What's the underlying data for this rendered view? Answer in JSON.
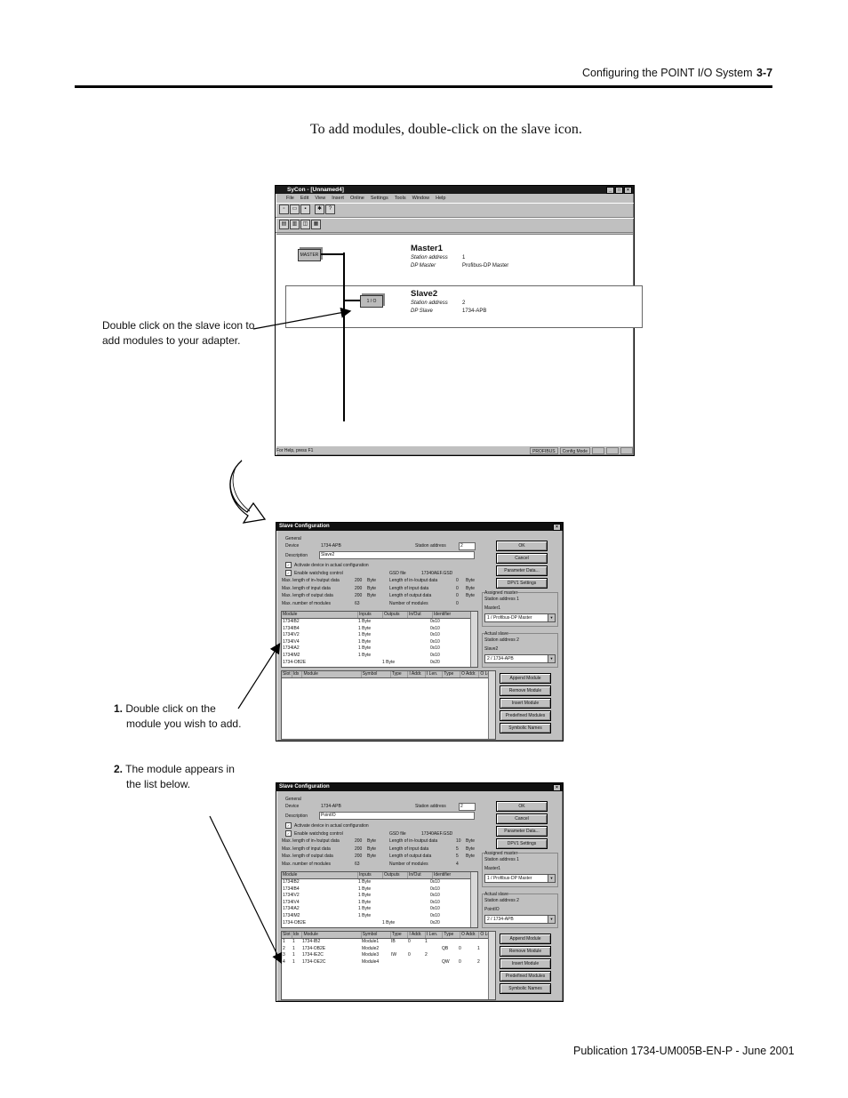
{
  "header": {
    "section": "Configuring the POINT I/O System",
    "page": "3-7"
  },
  "intro": "To add modules, double-click on the slave icon.",
  "callouts": {
    "slave_icon": [
      "Double click on the slave icon to",
      "add modules to  your adapter."
    ],
    "step1_num": "1.",
    "step1": [
      "Double click on the",
      "module you wish to add."
    ],
    "step2_num": "2.",
    "step2": [
      "The module appears in",
      "the list below."
    ]
  },
  "footer": "Publication 1734-UM005B-EN-P - June 2001",
  "syscon": {
    "title": "SyCon - [Unnamed4]",
    "menu": [
      "File",
      "Edit",
      "View",
      "Insert",
      "Online",
      "Settings",
      "Tools",
      "Window",
      "Help"
    ],
    "master": {
      "icon": "MASTER",
      "name": "Master1",
      "addr_label": "Station address",
      "addr": "1",
      "type_label": "DP Master",
      "type": "Profibus-DP Master"
    },
    "slave": {
      "icon": "1 / O",
      "name": "Slave2",
      "addr_label": "Station address",
      "addr": "2",
      "type_label": "DP Slave",
      "type": "1734-APB"
    },
    "status": {
      "help": "For Help, press F1",
      "bus": "PROFIBUS",
      "mode": "Config Mode"
    }
  },
  "dialog_labels": {
    "title": "Slave Configuration",
    "general": "General",
    "device": "Device",
    "description": "Description",
    "station_address": "Station address",
    "activate": "Activate device in actual configuration",
    "watchdog": "Enable watchdog control",
    "gsd_label": "GSD file",
    "gsd": "17340AEF.GSD",
    "max_io": "Max. length of in-/output data",
    "max_in": "Max. length of input data",
    "max_out": "Max. length of output data",
    "max_mod": "Max. number of modules",
    "len_io": "Length of in-/output data",
    "len_in": "Length of input data",
    "len_out": "Length of output data",
    "num_mod": "Number of modules",
    "byte": "Byte",
    "v200": "200",
    "v63": "63",
    "assigned_master": "Assigned master",
    "am_addr": "Station address 1",
    "am_name": "Master1",
    "am_select": "1 / Profibus-DP Master",
    "actual_slave": "Actual slave",
    "as_addr": "Station address 2",
    "as_select": "2 / 1734-APB",
    "buttons": [
      "OK",
      "Cancel",
      "Parameter Data...",
      "DPV1 Settings"
    ],
    "buttons2": [
      "Append Module",
      "Remove Module",
      "Insert Module",
      "Predefined Modules",
      "Symbolic Names"
    ],
    "mod_cols": [
      "Module",
      "Inputs",
      "Outputs",
      "In/Out",
      "Identifier"
    ],
    "slot_cols": [
      "Slot",
      "Idx",
      "Module",
      "Symbol",
      "Type",
      "I Addr.",
      "I Len.",
      "Type",
      "O Addr.",
      "O Len."
    ],
    "modules": [
      [
        "1734IB2",
        "1 Byte",
        "",
        "",
        "0x10"
      ],
      [
        "1734IB4",
        "1 Byte",
        "",
        "",
        "0x10"
      ],
      [
        "1734IV2",
        "1 Byte",
        "",
        "",
        "0x10"
      ],
      [
        "1734IV4",
        "1 Byte",
        "",
        "",
        "0x10"
      ],
      [
        "1734IA2",
        "1 Byte",
        "",
        "",
        "0x10"
      ],
      [
        "1734IM2",
        "1 Byte",
        "",
        "",
        "0x10"
      ],
      [
        "1734-OB2E",
        "",
        "1 Byte",
        "",
        "0x20"
      ]
    ]
  },
  "dialog1": {
    "device": "1734-APB",
    "station_address": "2",
    "description": "Slave2",
    "len_io": "0",
    "len_in": "0",
    "len_out": "0",
    "num_mod": "0",
    "as_name": "Slave2",
    "slots": []
  },
  "dialog2": {
    "device": "1734-APB",
    "station_address": "2",
    "description": "PointIO",
    "len_io": "10",
    "len_in": "5",
    "len_out": "5",
    "num_mod": "4",
    "as_name": "PointIO",
    "slots": [
      [
        "1",
        "1",
        "1734-IB2",
        "Module1",
        "IB",
        "0",
        "1",
        "",
        "",
        ""
      ],
      [
        "2",
        "1",
        "1734-OB2E",
        "Module2",
        "",
        "",
        "",
        "QB",
        "0",
        "1"
      ],
      [
        "3",
        "1",
        "1734-IE2C",
        "Module3",
        "IW",
        "0",
        "2",
        "",
        "",
        ""
      ],
      [
        "4",
        "1",
        "1734-OE2C",
        "Module4",
        "",
        "",
        "",
        "QW",
        "0",
        "2"
      ]
    ]
  }
}
